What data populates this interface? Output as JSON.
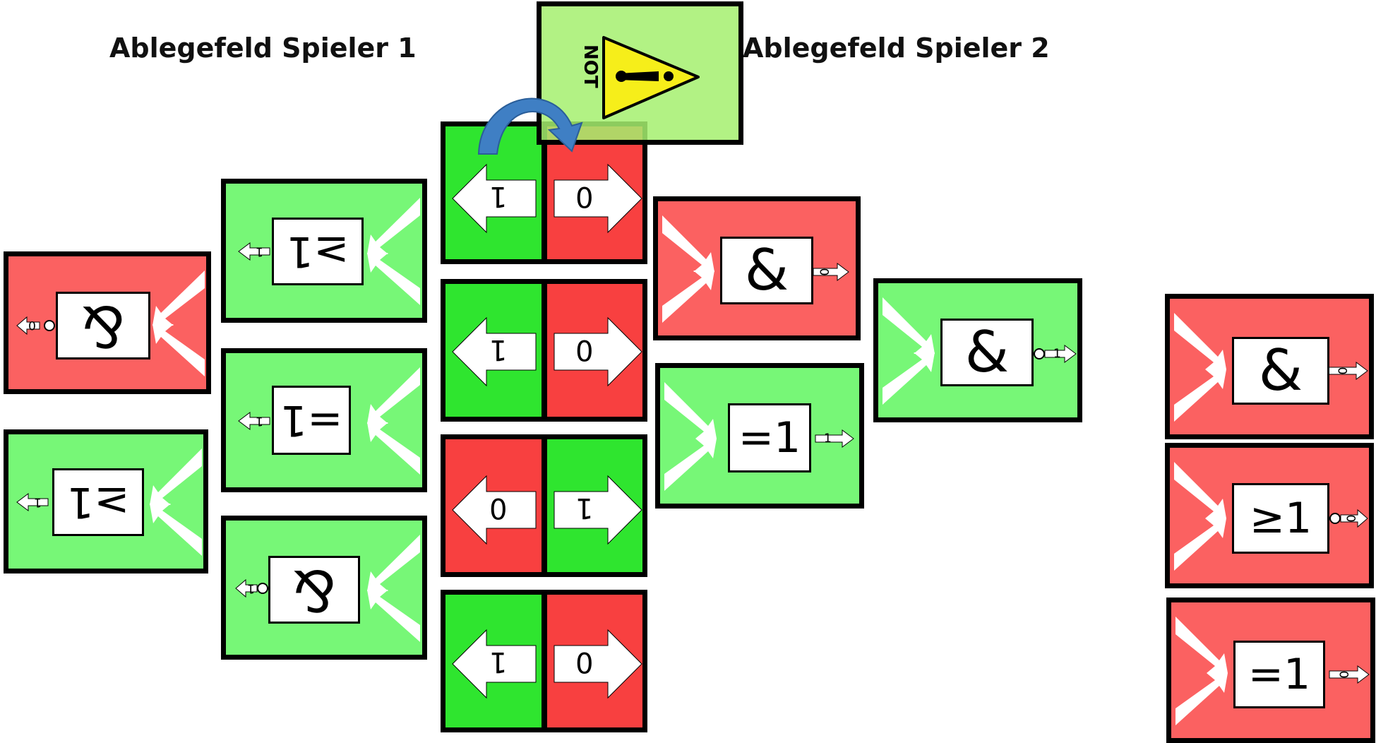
{
  "labels": {
    "player1": "Ablegefeld Spieler 1",
    "player2": "Ablegefeld Spieler 2"
  },
  "not_card": {
    "text": "NOT",
    "icon": "warning-triangle-icon"
  },
  "bit_cards": [
    {
      "left": "1",
      "right": "0"
    },
    {
      "left": "1",
      "right": "0"
    },
    {
      "left": "0",
      "right": "1"
    },
    {
      "left": "1",
      "right": "0"
    }
  ],
  "player1_cards": [
    {
      "gate": "≥1",
      "out": "1",
      "color": "green"
    },
    {
      "gate": "=1",
      "out": "1",
      "color": "green"
    },
    {
      "gate": "&",
      "out": "1",
      "color": "green"
    },
    {
      "gate": "&",
      "out": "0",
      "color": "red"
    },
    {
      "gate": "≥1",
      "out": "1",
      "color": "green"
    }
  ],
  "player2_cards": [
    {
      "gate": "&",
      "out": "0",
      "color": "red"
    },
    {
      "gate": "=1",
      "out": "1",
      "color": "green"
    },
    {
      "gate": "&",
      "out": "1",
      "color": "green"
    }
  ],
  "right_cards": [
    {
      "gate": "&",
      "out": "0",
      "color": "red"
    },
    {
      "gate": "≥1",
      "out": "0",
      "color": "red"
    },
    {
      "gate": "=1",
      "out": "0",
      "color": "red"
    }
  ],
  "colors": {
    "green": "#77f777",
    "red": "#fb6161",
    "dark_green": "#2fe52f",
    "dark_red": "#f84040",
    "arrow_blue": "#3f7fc4"
  }
}
